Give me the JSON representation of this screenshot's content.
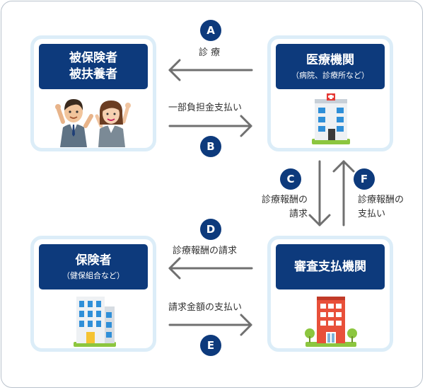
{
  "nodes": {
    "insured": {
      "line1": "被保険者",
      "line2": "被扶養者"
    },
    "medical": {
      "title": "医療機関",
      "sub": "（病院、診療所など）"
    },
    "insurer": {
      "title": "保険者",
      "sub": "（健保組合など）"
    },
    "review": {
      "title": "審査支払機関"
    }
  },
  "flows": {
    "a": {
      "badge": "A",
      "label": "診 療"
    },
    "b": {
      "badge": "B",
      "label": "一部負担金支払い"
    },
    "c": {
      "badge": "C",
      "line1": "診療報酬の",
      "line2": "請求"
    },
    "d": {
      "badge": "D",
      "label": "診療報酬の請求"
    },
    "e": {
      "badge": "E",
      "label": "請求金額の支払い"
    },
    "f": {
      "badge": "F",
      "line1": "診療報酬の",
      "line2": "支払い"
    }
  },
  "colors": {
    "navy": "#0d3a7c",
    "card_border": "#dcedf8",
    "arrow": "#707070"
  },
  "icons": [
    "business-people-icon",
    "hospital-building-icon",
    "office-building-icon",
    "red-building-icon"
  ]
}
